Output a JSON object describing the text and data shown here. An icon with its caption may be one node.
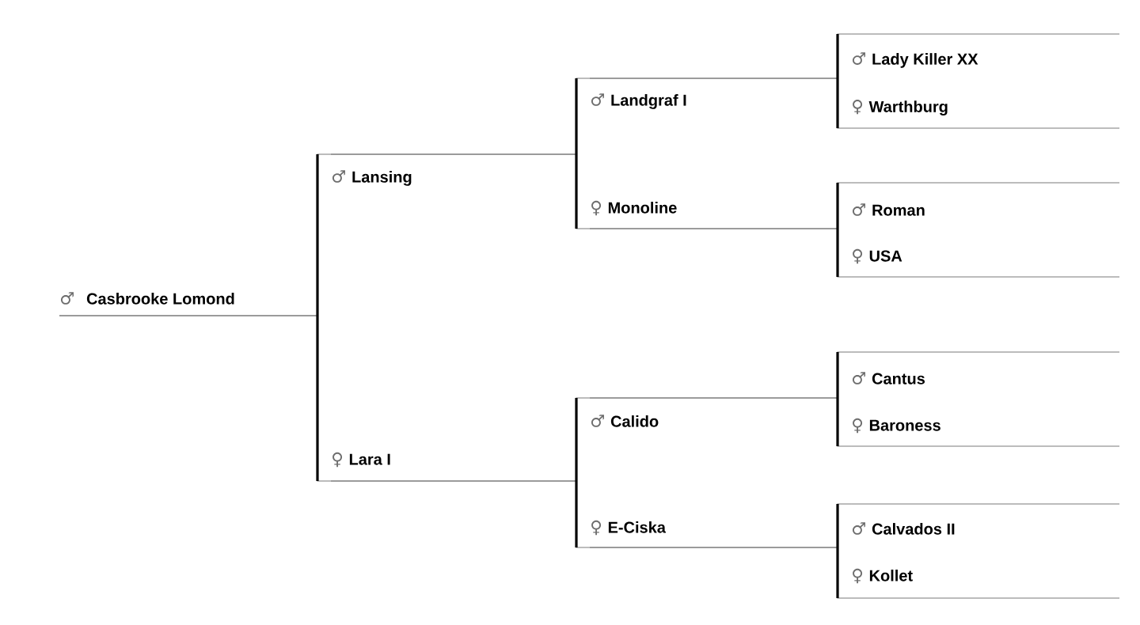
{
  "diagram": {
    "nodes": [
      {
        "text": [
          "♂",
          "Casbrooke Lomond"
        ]
      },
      {
        "text": [
          "♂",
          "Lansing"
        ]
      },
      {
        "text": [
          "♀",
          "Lara I"
        ]
      },
      {
        "text": [
          "♂",
          "Landgraf I"
        ]
      },
      {
        "text": [
          "♀",
          "Monoline"
        ]
      },
      {
        "text": [
          "♂",
          "Calido"
        ]
      },
      {
        "text": [
          "♀",
          "E-Ciska"
        ]
      },
      {
        "text": [
          "♂",
          "Lady Killer XX"
        ]
      },
      {
        "text": [
          "♀",
          "Warthburg"
        ]
      },
      {
        "text": [
          "♂",
          "Roman"
        ]
      },
      {
        "text": [
          "♀",
          "USA"
        ]
      },
      {
        "text": [
          "♂",
          "Cantus"
        ]
      },
      {
        "text": [
          "♀",
          "Baroness"
        ]
      },
      {
        "text": [
          "♂",
          "Calvados II"
        ]
      },
      {
        "text": [
          "♀",
          "Kollet"
        ]
      }
    ],
    "edges": [
      {
        "from": 0,
        "to": 1,
        "arrow": "none"
      },
      {
        "from": 0,
        "to": 2,
        "arrow": "none"
      },
      {
        "from": 1,
        "to": 3,
        "arrow": "none"
      },
      {
        "from": 1,
        "to": 4,
        "arrow": "none"
      },
      {
        "from": 2,
        "to": 5,
        "arrow": "none"
      },
      {
        "from": 2,
        "to": 6,
        "arrow": "none"
      },
      {
        "from": 3,
        "to": 7,
        "arrow": "none"
      },
      {
        "from": 3,
        "to": 8,
        "arrow": "none"
      },
      {
        "from": 4,
        "to": 9,
        "arrow": "none"
      },
      {
        "from": 4,
        "to": 10,
        "arrow": "none"
      },
      {
        "from": 5,
        "to": 11,
        "arrow": "none"
      },
      {
        "from": 5,
        "to": 12,
        "arrow": "none"
      },
      {
        "from": 6,
        "to": 13,
        "arrow": "none"
      },
      {
        "from": 6,
        "to": 14,
        "arrow": "none"
      }
    ]
  }
}
